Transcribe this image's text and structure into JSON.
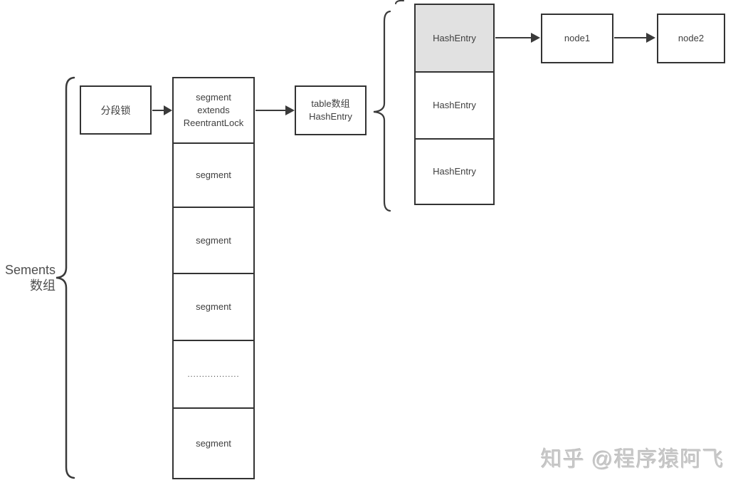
{
  "colors": {
    "background": "#ffffff",
    "line": "#3a3a3a",
    "box_border": "#333333",
    "highlight_fill": "#e1e1e1",
    "box_text": "#3f3f3f",
    "group_label_text": "#4f4f4f",
    "watermark_text": "#c9c9c9"
  },
  "group_label": {
    "line1": "Sements",
    "line2": "数组"
  },
  "lock_box": {
    "label": "分段锁"
  },
  "segment_column": {
    "rows": [
      {
        "lines": [
          "segment",
          "extends",
          "ReentrantLock"
        ]
      },
      {
        "lines": [
          "segment"
        ]
      },
      {
        "lines": [
          "segment"
        ]
      },
      {
        "lines": [
          "segment"
        ]
      },
      {
        "lines": [
          ".................."
        ]
      },
      {
        "lines": [
          "segment"
        ]
      }
    ]
  },
  "table_box": {
    "line1": "table数组",
    "line2": "HashEntry"
  },
  "hash_column": {
    "rows": [
      {
        "label": "HashEntry",
        "highlighted": true
      },
      {
        "label": "HashEntry",
        "highlighted": false
      },
      {
        "label": "HashEntry",
        "highlighted": false
      }
    ]
  },
  "nodes": [
    {
      "label": "node1"
    },
    {
      "label": "node2"
    }
  ],
  "watermark": {
    "text": "知乎 @程序猿阿飞"
  }
}
